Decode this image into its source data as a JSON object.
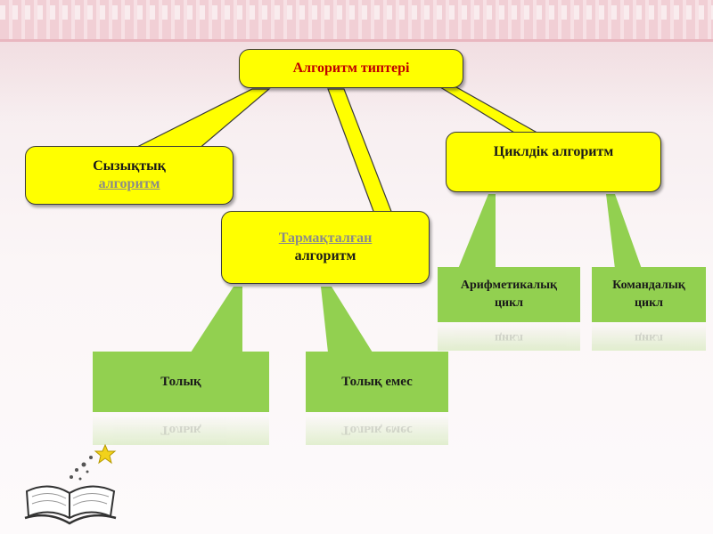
{
  "diagram": {
    "root": {
      "label": "Алгоритм типтері"
    },
    "linear": {
      "line1": "Сызықтық",
      "line2": "алгоритм"
    },
    "branching": {
      "line1": "Тармақталған",
      "line2": "алгоритм"
    },
    "cyclic": {
      "label": "Циклдік алгоритм"
    },
    "full": {
      "label": "Толық"
    },
    "incomplete": {
      "label": "Толық емес"
    },
    "arithmetic": {
      "line1": "Арифметикалық",
      "line2": "цикл"
    },
    "command": {
      "line1": "Командалық",
      "line2": "цикл"
    }
  },
  "colors": {
    "yellow_node": "#ffff00",
    "green_node": "#92d050",
    "root_text": "#c00000",
    "link_text": "#8a8a8a"
  },
  "decor": {
    "icon": "open-book-with-stars-icon"
  }
}
